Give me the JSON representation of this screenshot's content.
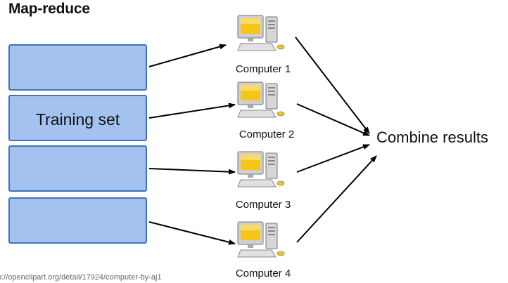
{
  "title": "Map-reduce",
  "training_set_label": "Training set",
  "computers": [
    {
      "label": "Computer 1"
    },
    {
      "label": "Computer 2"
    },
    {
      "label": "Computer 3"
    },
    {
      "label": "Computer 4"
    }
  ],
  "combine_label": "Combine results",
  "source_text": "p://openclipart.org/detail/17924/computer-by-aj1",
  "icons": {
    "computer": "computer-icon"
  },
  "colors": {
    "block_fill": "#a4c2f0",
    "block_border": "#3f73b8",
    "screen": "#f5c518"
  }
}
